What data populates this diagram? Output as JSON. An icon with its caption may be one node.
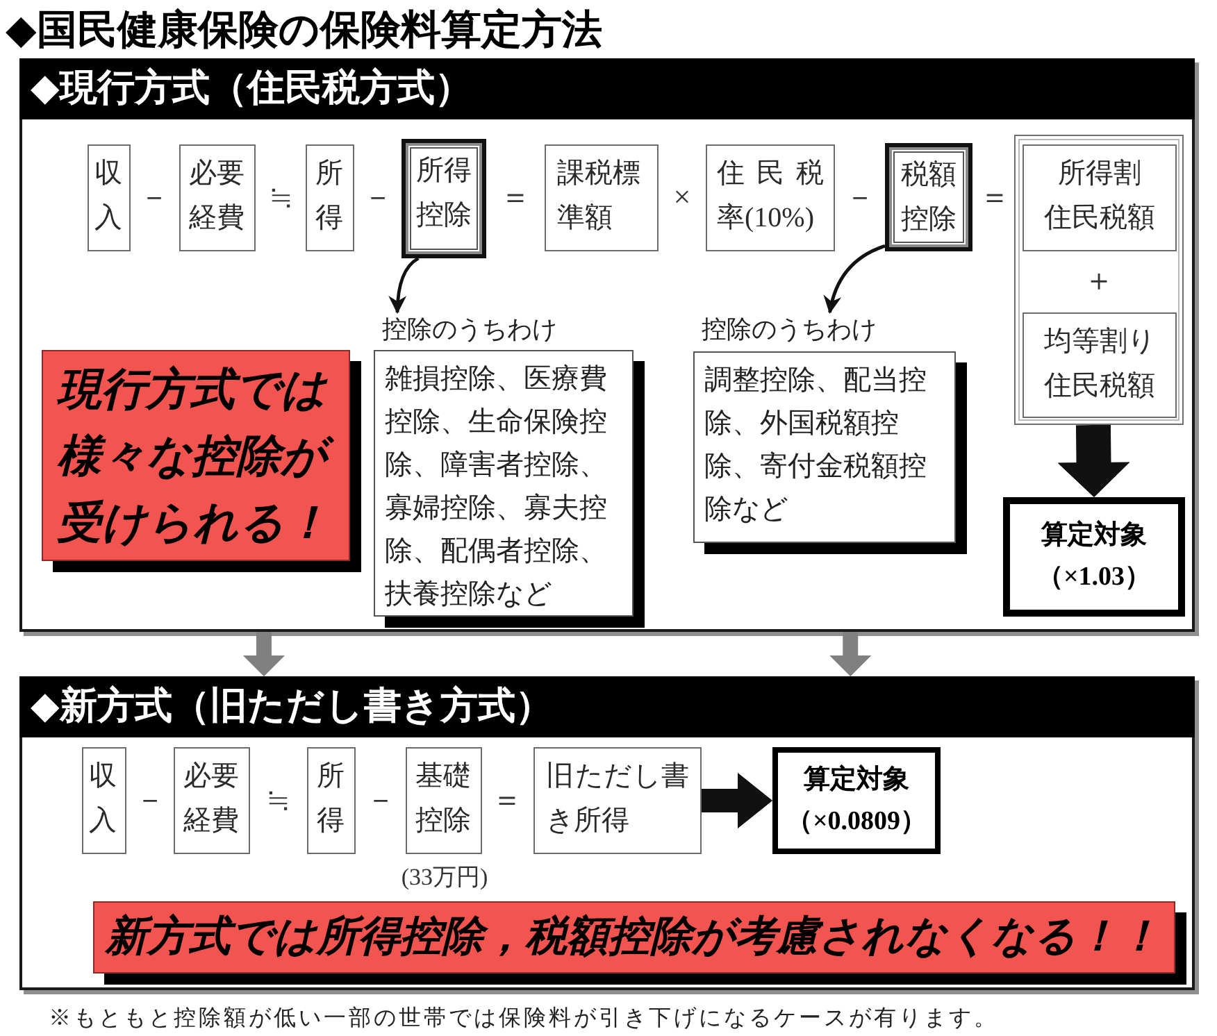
{
  "diagram": {
    "title": "◆国民健康保険の保険料算定方法",
    "nodes": [
      {
        "text": [
          "◆現行方式（住民税方式）"
        ]
      },
      {
        "text": [
          "収入"
        ],
        "in": 0
      },
      {
        "text": [
          "必要経費"
        ],
        "in": 0
      },
      {
        "text": [
          "所得"
        ],
        "in": 0
      },
      {
        "text": [
          "所得控除"
        ],
        "in": 0
      },
      {
        "text": [
          "課税標準額"
        ],
        "in": 0
      },
      {
        "text": [
          "住民税率(10%)"
        ],
        "in": 0
      },
      {
        "text": [
          "税額控除"
        ],
        "in": 0
      },
      {
        "text": [],
        "shape": "box",
        "in": 0
      },
      {
        "text": [
          "所得割住民税額"
        ],
        "in": 8
      },
      {
        "text": [
          "均等割り住民税額"
        ],
        "in": 8
      },
      {
        "text": [
          "現行方式では様々な控除が受けられる！"
        ],
        "in": 0
      },
      {
        "text": [
          "控除のうちわけ",
          "雑損控除、医療費控除、生命保険控除、障害者控除、寡婦控除、寡夫控除、配偶者控除、扶養控除など"
        ],
        "in": 0
      },
      {
        "text": [
          "控除のうちわけ",
          "調整控除、配当控除、外国税額控除、寄付金税額控除など"
        ],
        "in": 0
      },
      {
        "text": [
          "算定対象",
          "（×1.03）"
        ],
        "in": 0
      },
      {
        "text": [
          "◆新方式（旧ただし書き方式）"
        ]
      },
      {
        "text": [
          "収入"
        ],
        "in": 15
      },
      {
        "text": [
          "必要経費"
        ],
        "in": 15
      },
      {
        "text": [
          "所得"
        ],
        "in": 15
      },
      {
        "text": [
          "基礎控除"
        ],
        "in": 15,
        "beside": [
          "(33万円)"
        ]
      },
      {
        "text": [
          "旧ただし書き所得"
        ],
        "in": 15
      },
      {
        "text": [
          "算定対象",
          "（×0.0809）"
        ],
        "in": 15
      },
      {
        "text": [
          "新方式では所得控除，税額控除が考慮されなくなる！！"
        ],
        "in": 15
      }
    ],
    "edges": [
      {
        "from": 4,
        "to": 12,
        "arrow": "to"
      },
      {
        "from": 7,
        "to": 13,
        "arrow": "to"
      },
      {
        "from": 8,
        "to": 14,
        "arrow": "to"
      },
      {
        "from": 20,
        "to": 21,
        "arrow": "to"
      },
      {
        "from": 0,
        "to": 15,
        "arrow": "to",
        "color": "#808080"
      },
      {
        "from": 0,
        "to": 15,
        "arrow": "to",
        "color": "#808080"
      }
    ],
    "labels": [
      "－",
      "≒",
      "－",
      "＝",
      "×",
      "－",
      "＝",
      "＋",
      "－",
      "≒",
      "－",
      "＝"
    ],
    "caption": "※もともと控除額が低い一部の世帯では保険料が引き下げになるケースが有ります。"
  }
}
